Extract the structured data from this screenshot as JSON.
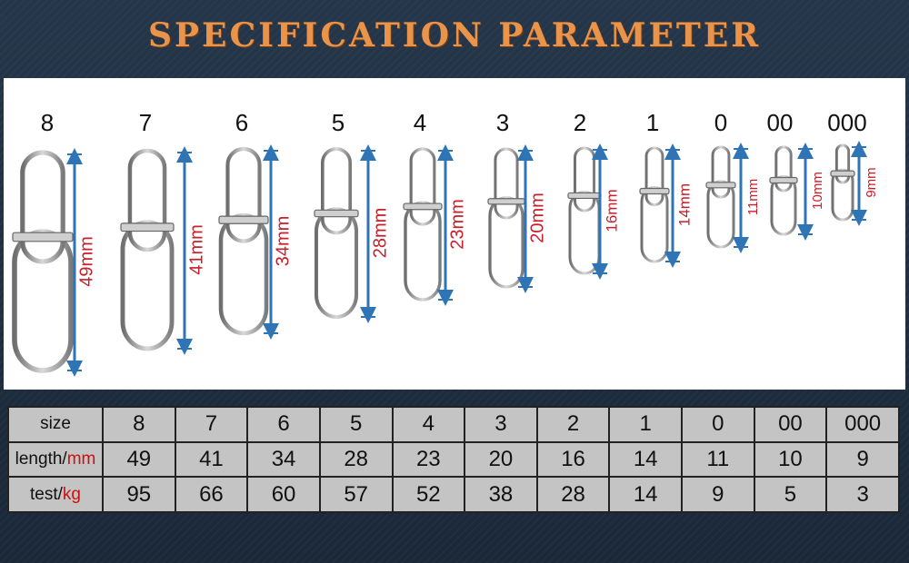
{
  "title": "SPECIFICATION PARAMETER",
  "sizes": [
    "8",
    "7",
    "6",
    "5",
    "4",
    "3",
    "2",
    "1",
    "0",
    "00",
    "000"
  ],
  "lengths": [
    "49mm",
    "41mm",
    "34mm",
    "28mm",
    "23mm",
    "20mm",
    "16mm",
    "14mm",
    "11mm",
    "10mm",
    "9mm"
  ],
  "table": {
    "rows": [
      {
        "label": "size",
        "unit": "",
        "values": [
          "8",
          "7",
          "6",
          "5",
          "4",
          "3",
          "2",
          "1",
          "0",
          "00",
          "000"
        ]
      },
      {
        "label": "length/",
        "unit": "mm",
        "values": [
          "49",
          "41",
          "34",
          "28",
          "23",
          "20",
          "16",
          "14",
          "11",
          "10",
          "9"
        ]
      },
      {
        "label": "test/",
        "unit": "kg",
        "values": [
          "95",
          "66",
          "60",
          "57",
          "52",
          "38",
          "28",
          "14",
          "9",
          "5",
          "3"
        ]
      }
    ]
  },
  "colors": {
    "title": "#e9944a",
    "arrow": "#2f74b5",
    "dimension_text": "#c8202a",
    "table_cell": "#c4c4c4",
    "unit_text": "#cc1111"
  }
}
